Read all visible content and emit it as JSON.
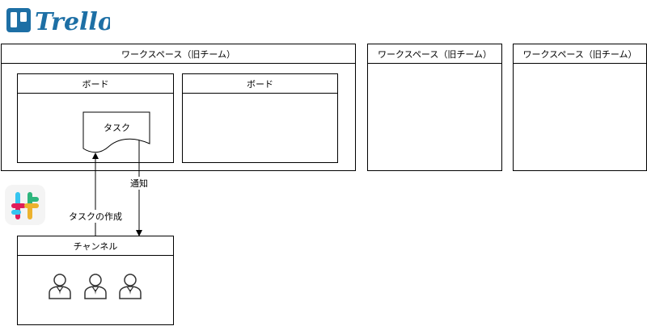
{
  "brand": {
    "name": "Trello",
    "accent": "#1d6fa5"
  },
  "workspaces": [
    {
      "title": "ワークスペース（旧チーム）"
    },
    {
      "title": "ワークスペース（旧チーム）"
    },
    {
      "title": "ワークスペース（旧チーム）"
    }
  ],
  "boards": [
    {
      "title": "ボード"
    },
    {
      "title": "ボード"
    }
  ],
  "task": {
    "label": "タスク"
  },
  "arrows": {
    "notify_label": "通知",
    "create_label": "タスクの作成"
  },
  "channel": {
    "title": "チャンネル",
    "member_icon": "user-icon"
  },
  "slack": {
    "icon": "slack-icon",
    "colors": [
      "#e01e5a",
      "#36c5f0",
      "#2eb67d",
      "#ecb22e"
    ]
  }
}
